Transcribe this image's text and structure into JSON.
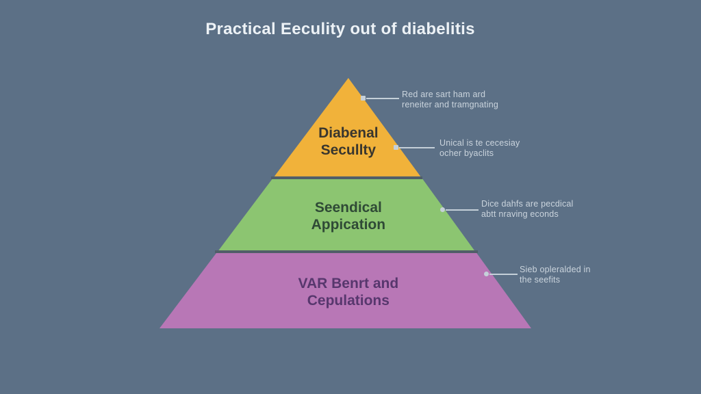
{
  "title": "Practical Eeculity out of diabelitis",
  "pyramid": {
    "tiers": [
      {
        "name": "top",
        "line1": "Diabenal",
        "line2": "Secullty",
        "color": "#f1b23a",
        "text_color": "#39362e"
      },
      {
        "name": "middle",
        "line1": "Seendical",
        "line2": "Appication",
        "color": "#8cc571",
        "text_color": "#2f4a36"
      },
      {
        "name": "bottom",
        "line1": "VAR Benrt and",
        "line2": "Cepulations",
        "color": "#b877b6",
        "text_color": "#57376d"
      }
    ]
  },
  "annotations": [
    {
      "line1": "Red are sart ham ard",
      "line2": "reneiter and tramgnating",
      "marker": "square"
    },
    {
      "line1": "Unical is te cecesiay",
      "line2": "ocher byaclits",
      "marker": "square"
    },
    {
      "line1": "Dice dahfs are pecdical",
      "line2": "abtt nraving econds",
      "marker": "dot"
    },
    {
      "line1": "Sieb opleralded in",
      "line2": "the seefits",
      "marker": "dot"
    }
  ],
  "colors": {
    "background": "#5c7086",
    "title_text": "#edf2f6",
    "annotation_text": "#d9e1e8",
    "leader_line": "#c5d0d9",
    "divider": "#4d5a64"
  }
}
